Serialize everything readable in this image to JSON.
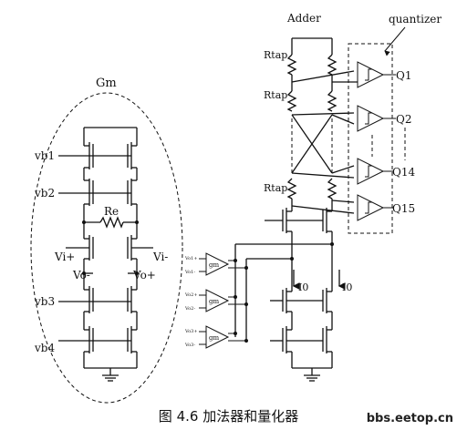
{
  "figure": {
    "caption": "图 4.6 加法器和量化器",
    "watermark": "bbs.eetop.cn"
  },
  "gm_block": {
    "title": "Gm",
    "labels": {
      "vb1": "vb1",
      "vb2": "vb2",
      "re": "Re",
      "vi_plus": "Vi+",
      "vi_minus": "Vi-",
      "vo_minus": "Vo-",
      "vo_plus": "Vo+",
      "vb3": "vb3",
      "vb4": "vb4"
    }
  },
  "adder": {
    "title": "Adder",
    "rtap_labels": [
      "Rtap",
      "Rtap",
      "Rtap"
    ],
    "current_labels": [
      "I0",
      "I0"
    ],
    "gm_cells": [
      {
        "label": "gm",
        "in_plus": "Vo1+",
        "in_minus": "Vo1-"
      },
      {
        "label": "gm",
        "in_plus": "Vo2+",
        "in_minus": "Vo2-"
      },
      {
        "label": "gm",
        "in_plus": "Vo3+",
        "in_minus": "Vo3-"
      }
    ]
  },
  "quantizer": {
    "title": "quantizer",
    "outputs": [
      "Q1",
      "Q2",
      "Q14",
      "Q15"
    ]
  }
}
